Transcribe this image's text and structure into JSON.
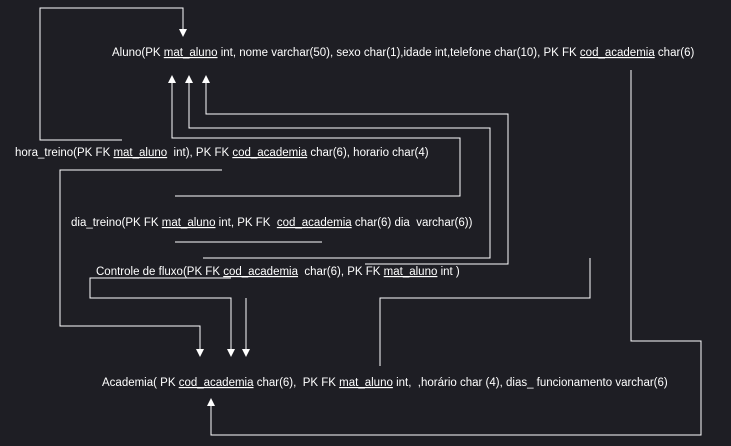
{
  "entities": [
    {
      "id": "aluno",
      "parts": [
        {
          "t": "Aluno(PK "
        },
        {
          "t": "mat_aluno",
          "u": true
        },
        {
          "t": " int, nome varchar(50), sexo char(1),idade int,telefone char(10), PK FK "
        },
        {
          "t": "cod_academia",
          "u": true
        },
        {
          "t": " char(6)"
        }
      ]
    },
    {
      "id": "hora-treino",
      "parts": [
        {
          "t": "hora_treino(PK FK "
        },
        {
          "t": "mat_aluno",
          "u": true
        },
        {
          "t": "  int), PK FK "
        },
        {
          "t": "cod_academia",
          "u": true
        },
        {
          "t": " char(6), horario char(4)"
        }
      ]
    },
    {
      "id": "dia-treino",
      "parts": [
        {
          "t": "dia_treino(PK FK "
        },
        {
          "t": "mat_aluno",
          "u": true
        },
        {
          "t": " int, PK FK  "
        },
        {
          "t": "cod_academia",
          "u": true
        },
        {
          "t": " char(6) dia  varchar(6))"
        }
      ]
    },
    {
      "id": "controle-fluxo",
      "parts": [
        {
          "t": "Controle de fluxo(PK FK "
        },
        {
          "t": "cod_academia",
          "u": true
        },
        {
          "t": "  char(6), PK FK "
        },
        {
          "t": "mat_aluno",
          "u": true
        },
        {
          "t": " int )"
        }
      ]
    },
    {
      "id": "academia",
      "parts": [
        {
          "t": "Academia( PK "
        },
        {
          "t": "cod_academia",
          "u": true
        },
        {
          "t": " char(6),  PK FK "
        },
        {
          "t": "mat_aluno",
          "u": true
        },
        {
          "t": " int,  ,horário char (4), dias_ funcionamento varchar(6)"
        }
      ]
    }
  ]
}
